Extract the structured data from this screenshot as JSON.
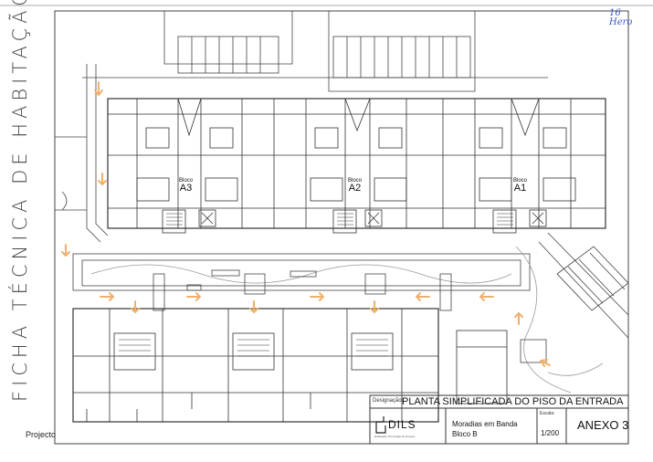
{
  "side_title": "FICHA TÉCNICA DE HABITAÇÃO",
  "project_label": "Projecto",
  "handwritten_note": [
    "16",
    "Hero"
  ],
  "blocks": [
    {
      "word": "Bloco",
      "code": "A3"
    },
    {
      "word": "Bloco",
      "code": "A2"
    },
    {
      "word": "Bloco",
      "code": "A1"
    }
  ],
  "title_block": {
    "designation_label": "Designação:",
    "designation": "PLANTA SIMPLIFICADA DO PISO DA ENTRADA",
    "logo_text": "DILS",
    "logo_subtext": "Habitação, Promoção de Imóveis",
    "project_name": "Moradias em Banda",
    "block_name": "Bloco B",
    "scale_label": "Escala:",
    "scale": "1/200",
    "annex": "ANEXO 3"
  },
  "colors": {
    "line": "#3a3a3a",
    "arrow": "#f0b06a",
    "handwriting": "#3a55c0"
  }
}
